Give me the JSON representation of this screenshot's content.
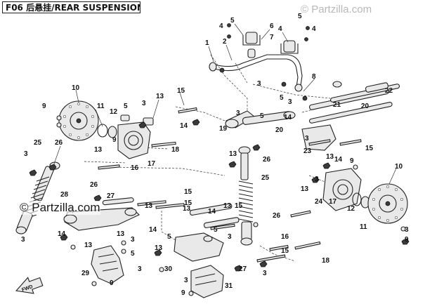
{
  "header": {
    "title": "F06 后悬挂/REAR SUSPENSION"
  },
  "watermarks": {
    "top": "© Partzilla.com",
    "middle": "© Partzilla.com"
  },
  "direction_label": "FWD",
  "callouts": [
    "1",
    "2",
    "3",
    "4",
    "5",
    "6",
    "7",
    "8",
    "9",
    "10",
    "11",
    "12",
    "13",
    "14",
    "15",
    "16",
    "17",
    "18",
    "19",
    "20",
    "21",
    "22",
    "23",
    "24",
    "25",
    "26",
    "27",
    "28",
    "29",
    "30",
    "31"
  ]
}
